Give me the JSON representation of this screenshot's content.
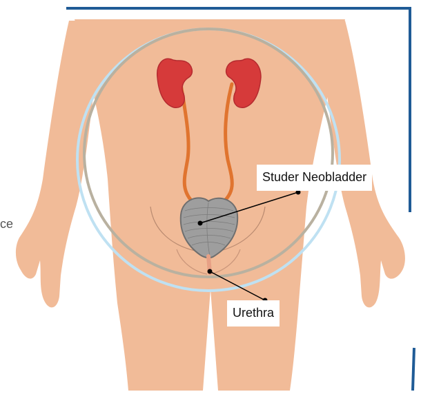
{
  "labels": {
    "neobladder": "Studer Neobladder",
    "urethra": "Urethra",
    "partial_left_text": "ce"
  },
  "colors": {
    "skin": "#f1bb98",
    "skin_shadow": "#e5a98a",
    "kidney": "#d63a3a",
    "kidney_dark": "#b42a2f",
    "ureter": "#e0742f",
    "bladder": "#9e9e9e",
    "bladder_stroke": "#6e6e6e",
    "frame_blue": "#1f5b96",
    "ring_outer": "#b9b1a0",
    "ring_inner": "#bfe1f2",
    "leader_line": "#000000"
  }
}
